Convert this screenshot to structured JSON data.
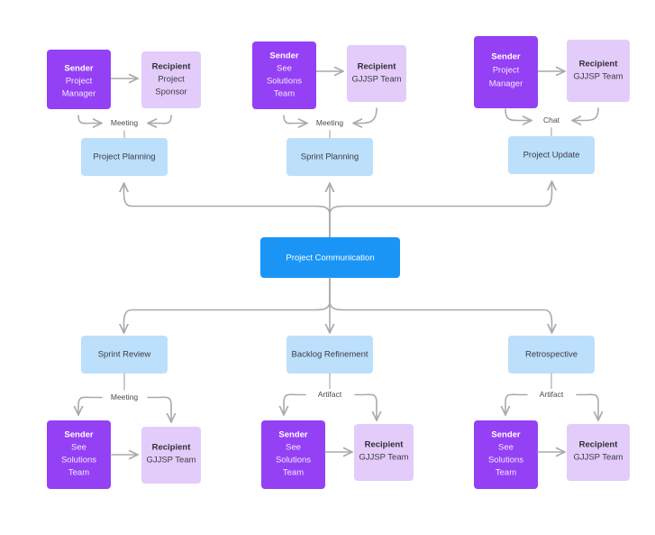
{
  "diagram": {
    "title": "Project Communication",
    "colors": {
      "sender": "#9440f5",
      "recipient": "#e3ccfa",
      "event": "#bcdffb",
      "hub": "#1a95f5",
      "edge": "#a9aaad",
      "background": "#ffffff"
    },
    "hub": {
      "label": "Project Communication"
    },
    "labels": {
      "sender_title": "Sender",
      "recipient_title": "Recipient"
    },
    "groups": [
      {
        "id": "project-planning",
        "event": "Project Planning",
        "edge_label": "Meeting",
        "sender": {
          "title": "Sender",
          "lines": [
            "Project",
            "Manager"
          ]
        },
        "recipient": {
          "title": "Recipient",
          "lines": [
            "Project",
            "Sponsor"
          ]
        }
      },
      {
        "id": "sprint-planning",
        "event": "Sprint Planning",
        "edge_label": "Meeting",
        "sender": {
          "title": "Sender",
          "lines": [
            "See",
            "Solutions",
            "Team"
          ]
        },
        "recipient": {
          "title": "Recipient",
          "lines": [
            "GJJSP Team"
          ]
        }
      },
      {
        "id": "project-update",
        "event": "Project Update",
        "edge_label": "Chat",
        "sender": {
          "title": "Sender",
          "lines": [
            "Project",
            "Manager"
          ]
        },
        "recipient": {
          "title": "Recipient",
          "lines": [
            "GJJSP Team"
          ]
        }
      },
      {
        "id": "sprint-review",
        "event": "Sprint Review",
        "edge_label": "Meeting",
        "sender": {
          "title": "Sender",
          "lines": [
            "See",
            "Solutions",
            "Team"
          ]
        },
        "recipient": {
          "title": "Recipient",
          "lines": [
            "GJJSP Team"
          ]
        }
      },
      {
        "id": "backlog-refinement",
        "event": "Backlog Refinement",
        "edge_label": "Artifact",
        "sender": {
          "title": "Sender",
          "lines": [
            "See",
            "Solutions",
            "Team"
          ]
        },
        "recipient": {
          "title": "Recipient",
          "lines": [
            "GJJSP Team"
          ]
        }
      },
      {
        "id": "retrospective",
        "event": "Retrospective",
        "edge_label": "Artifact",
        "sender": {
          "title": "Sender",
          "lines": [
            "See",
            "Solutions",
            "Team"
          ]
        },
        "recipient": {
          "title": "Recipient",
          "lines": [
            "GJJSP Team"
          ]
        }
      }
    ]
  }
}
